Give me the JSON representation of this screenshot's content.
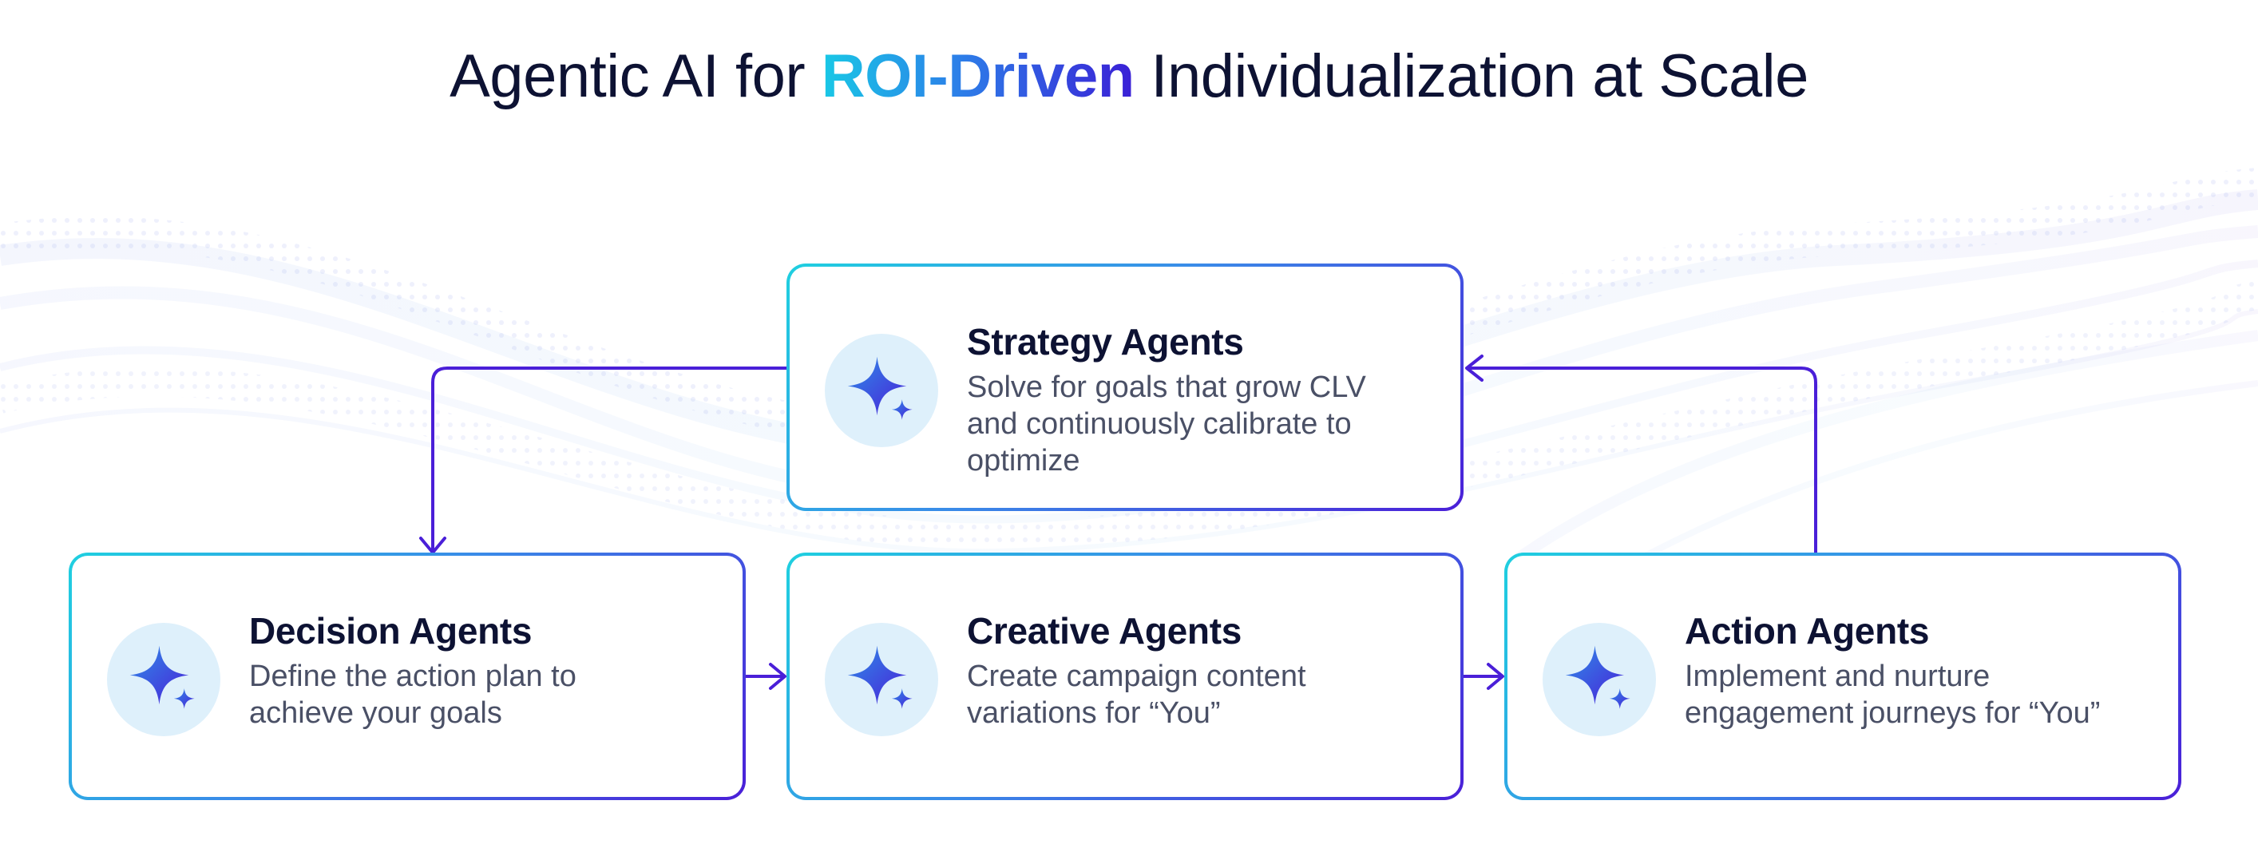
{
  "title": {
    "before": "Agentic AI for ",
    "highlight": "ROI-Driven",
    "after": " Individualization at Scale"
  },
  "colors": {
    "title_text": "#0d1233",
    "highlight_start": "#19c8e6",
    "highlight_end": "#3a1fd6",
    "connector": "#4a1fd8",
    "card_border_start": "#1fd0e0",
    "card_border_end": "#4a1fd8",
    "icon_bg": "#def0fb"
  },
  "cards": {
    "strategy": {
      "title": "Strategy Agents",
      "desc": "Solve for goals that grow CLV and continuously calibrate to optimize",
      "icon": "sparkle-icon"
    },
    "decision": {
      "title": "Decision Agents",
      "desc": "Define the action plan to achieve your goals",
      "icon": "sparkle-icon"
    },
    "creative": {
      "title": "Creative Agents",
      "desc": "Create campaign content variations for “You”",
      "icon": "sparkle-icon"
    },
    "action": {
      "title": "Action Agents",
      "desc": "Implement and nurture engagement journeys for “You”",
      "icon": "sparkle-icon"
    }
  }
}
